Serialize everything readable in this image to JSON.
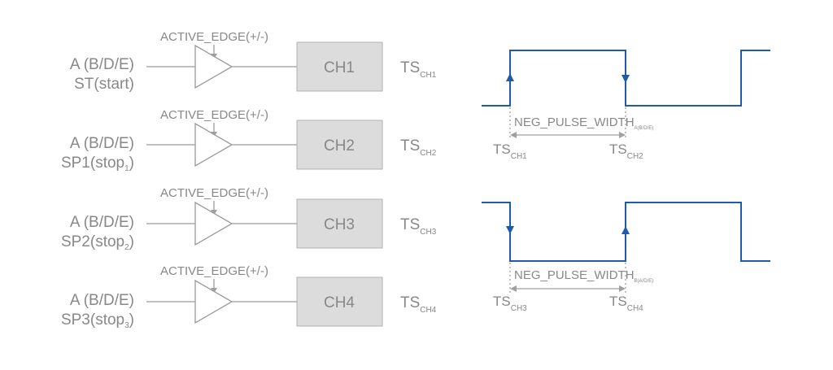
{
  "channels": [
    {
      "input_line1": "A (B/D/E)",
      "input_line2": "ST(start)",
      "input_sub": "",
      "input_line2_tail": "",
      "edge_label": "ACTIVE_EDGE(+/-)",
      "box_label": "CH1",
      "ts_main": "TS",
      "ts_sub": "CH1"
    },
    {
      "input_line1": "A (B/D/E)",
      "input_line2": "SP1(stop",
      "input_sub": "1",
      "input_line2_tail": ")",
      "edge_label": "ACTIVE_EDGE(+/-)",
      "box_label": "CH2",
      "ts_main": "TS",
      "ts_sub": "CH2"
    },
    {
      "input_line1": "A (B/D/E)",
      "input_line2": "SP2(stop",
      "input_sub": "2",
      "input_line2_tail": ")",
      "edge_label": "ACTIVE_EDGE(+/-)",
      "box_label": "CH3",
      "ts_main": "TS",
      "ts_sub": "CH3"
    },
    {
      "input_line1": "A (B/D/E)",
      "input_line2": "SP3(stop",
      "input_sub": "3",
      "input_line2_tail": ")",
      "edge_label": "ACTIVE_EDGE(+/-)",
      "box_label": "CH4",
      "ts_main": "TS",
      "ts_sub": "CH4"
    }
  ],
  "waveforms": [
    {
      "measure_label": "NEG_PULSE_WIDTH",
      "measure_sub": "A(B/D/E)",
      "left_ts": "TS",
      "left_ts_sub": "CH1",
      "right_ts": "TS",
      "right_ts_sub": "CH2"
    },
    {
      "measure_label": "NEG_PULSE_WIDTH",
      "measure_sub": "B(A/D/E)",
      "left_ts": "TS",
      "left_ts_sub": "CH3",
      "right_ts": "TS",
      "right_ts_sub": "CH4"
    }
  ],
  "colors": {
    "signal": "#1f5ba8",
    "text": "#888888",
    "box_fill": "#dcdcdc"
  }
}
